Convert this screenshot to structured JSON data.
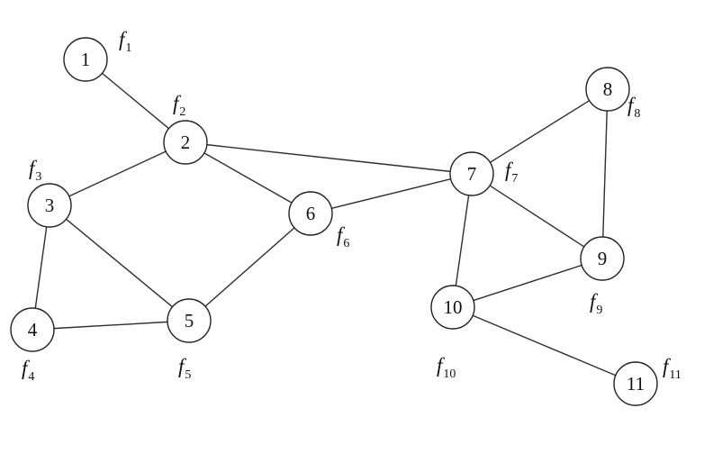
{
  "graph": {
    "nodes": [
      {
        "id": "1",
        "func_symbol": "f",
        "func_index": "1"
      },
      {
        "id": "2",
        "func_symbol": "f",
        "func_index": "2"
      },
      {
        "id": "3",
        "func_symbol": "f",
        "func_index": "3"
      },
      {
        "id": "4",
        "func_symbol": "f",
        "func_index": "4"
      },
      {
        "id": "5",
        "func_symbol": "f",
        "func_index": "5"
      },
      {
        "id": "6",
        "func_symbol": "f",
        "func_index": "6"
      },
      {
        "id": "7",
        "func_symbol": "f",
        "func_index": "7"
      },
      {
        "id": "8",
        "func_symbol": "f",
        "func_index": "8"
      },
      {
        "id": "9",
        "func_symbol": "f",
        "func_index": "9"
      },
      {
        "id": "10",
        "func_symbol": "f",
        "func_index": "10"
      },
      {
        "id": "11",
        "func_symbol": "f",
        "func_index": "11"
      }
    ],
    "edges": [
      {
        "from": "1",
        "to": "2"
      },
      {
        "from": "2",
        "to": "3"
      },
      {
        "from": "2",
        "to": "6"
      },
      {
        "from": "2",
        "to": "7"
      },
      {
        "from": "3",
        "to": "4"
      },
      {
        "from": "3",
        "to": "5"
      },
      {
        "from": "4",
        "to": "5"
      },
      {
        "from": "5",
        "to": "6"
      },
      {
        "from": "6",
        "to": "7"
      },
      {
        "from": "7",
        "to": "8"
      },
      {
        "from": "7",
        "to": "9"
      },
      {
        "from": "7",
        "to": "10",
        "color": "#5a57a0"
      },
      {
        "from": "8",
        "to": "9"
      },
      {
        "from": "9",
        "to": "10"
      },
      {
        "from": "10",
        "to": "11"
      }
    ]
  }
}
